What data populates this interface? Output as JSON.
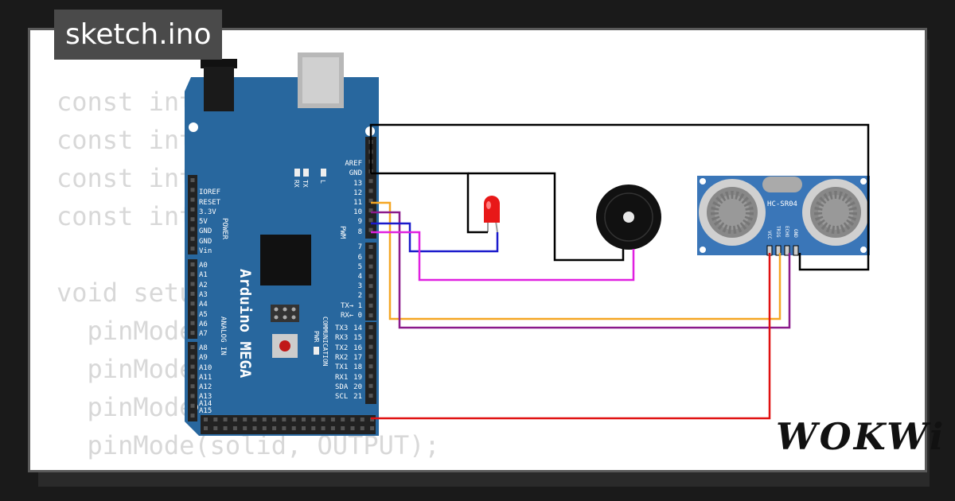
{
  "title": "sketch.ino",
  "code_lines": [
    "const int",
    "const int",
    "const int",
    "const int",
    "",
    "void setup",
    "  pinMode(",
    "  pinMode(",
    "  pinMode(",
    "  pinMode(solid, OUTPUT);",
    "}"
  ],
  "board": {
    "name": "Arduino MEGA",
    "top_labels": {
      "aref": "AREF",
      "gnd": "GND"
    },
    "pwm_pins": [
      "13",
      "12",
      "11",
      "10",
      "9",
      "8",
      "7",
      "6",
      "5",
      "4",
      "3",
      "2"
    ],
    "pwm_label": "PWM",
    "tx_rx": [
      {
        "label": "TX→",
        "pin": "1"
      },
      {
        "label": "RX←",
        "pin": "0"
      }
    ],
    "comm_pins": [
      {
        "label": "TX3",
        "pin": "14"
      },
      {
        "label": "RX3",
        "pin": "15"
      },
      {
        "label": "TX2",
        "pin": "16"
      },
      {
        "label": "RX2",
        "pin": "17"
      },
      {
        "label": "TX1",
        "pin": "18"
      },
      {
        "label": "RX1",
        "pin": "19"
      },
      {
        "label": "SDA",
        "pin": "20"
      },
      {
        "label": "SCL",
        "pin": "21"
      }
    ],
    "comm_label": "COMMUNICATION",
    "power_pins": [
      "IOREF",
      "RESET",
      "3.3V",
      "5V",
      "GND",
      "GND",
      "Vin"
    ],
    "power_label": "POWER",
    "analog_pins": [
      "A0",
      "A1",
      "A2",
      "A3",
      "A4",
      "A5",
      "A6",
      "A7",
      "A8",
      "A9",
      "A10",
      "A11",
      "A12",
      "A13",
      "A14",
      "A15"
    ],
    "analog_label": "ANALOG IN",
    "led_labels": [
      "RX",
      "TX",
      "L"
    ],
    "pwr_label": "PWR"
  },
  "sensor": {
    "name": "HC-SR04",
    "pins": [
      "VCC",
      "TRIG",
      "ECHO",
      "GND"
    ]
  },
  "brand": "WOKWi",
  "colors": {
    "board": "#28679e",
    "wire_black": "#000000",
    "wire_orange": "#f5a623",
    "wire_purple": "#8b1a8b",
    "wire_magenta": "#e020e0",
    "wire_blue": "#1a1acc",
    "wire_red": "#e01010",
    "sensor": "#3a76b8"
  }
}
